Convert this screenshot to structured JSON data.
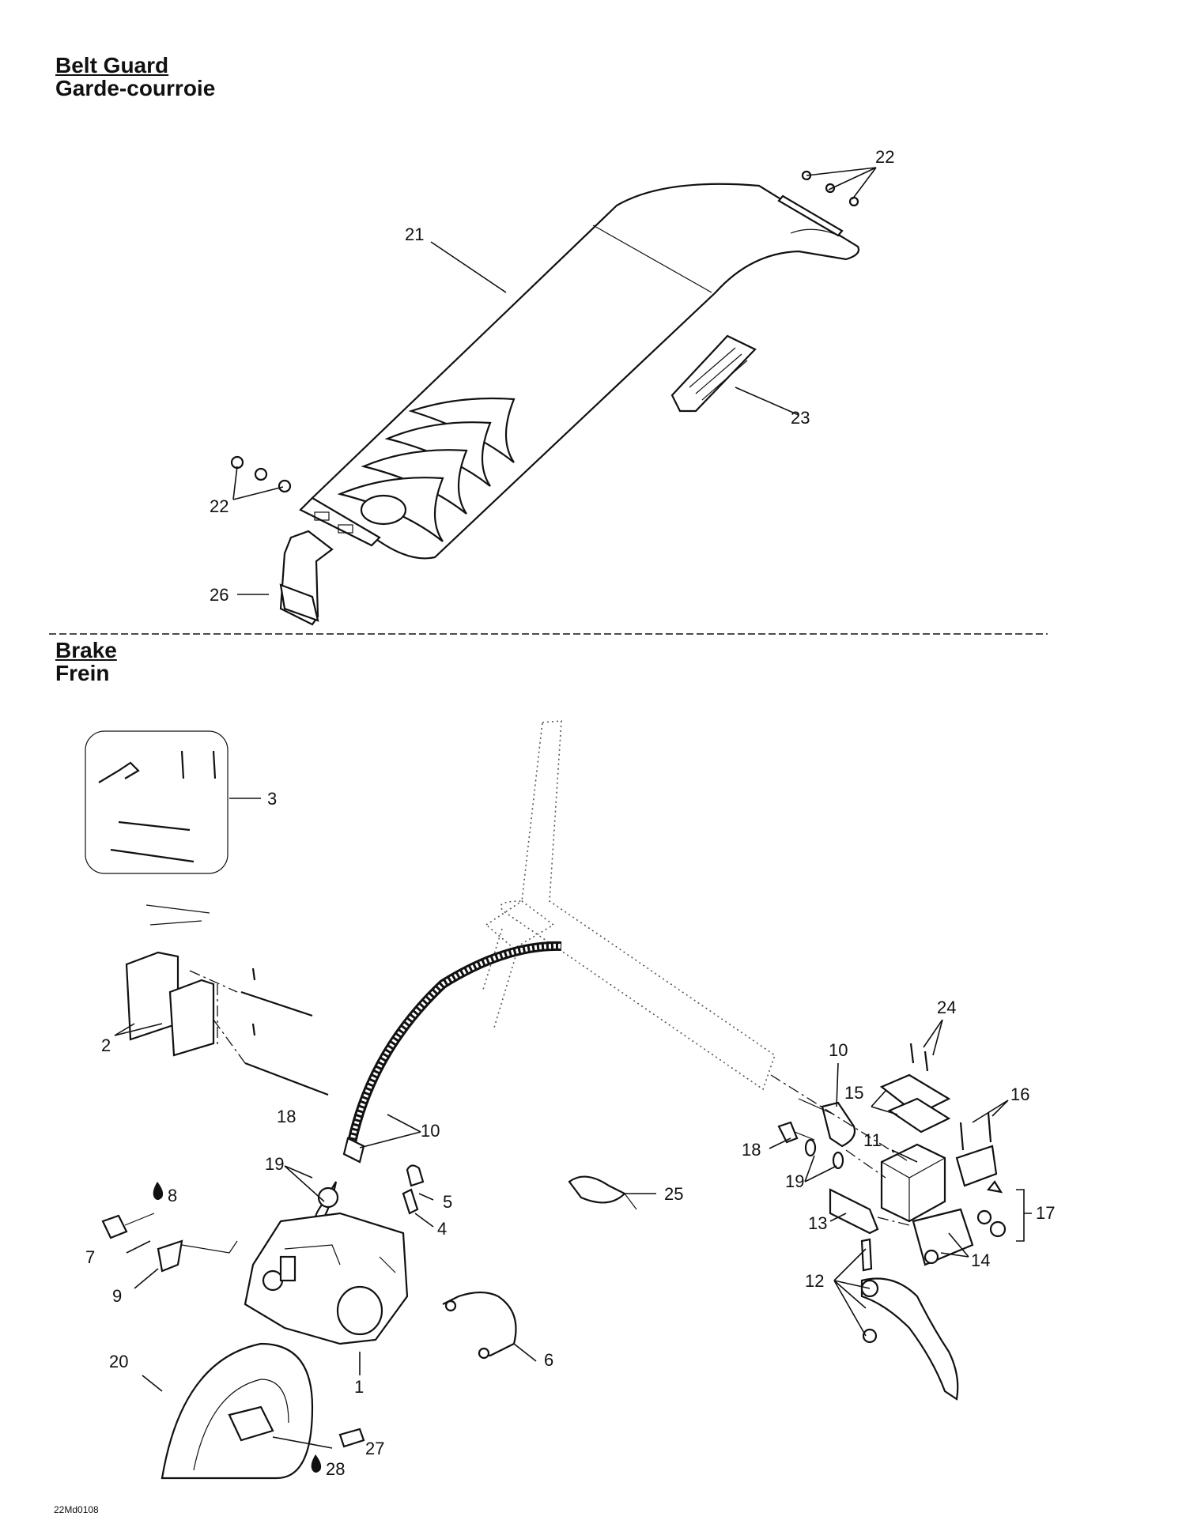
{
  "sections": {
    "belt_guard": {
      "title_en": "Belt Guard",
      "title_fr": "Garde-courroie"
    },
    "brake": {
      "title_en": "Brake",
      "title_fr": "Frein"
    }
  },
  "callouts": {
    "c21": "21",
    "c22a": "22",
    "c22b": "22",
    "c23": "23",
    "c26": "26",
    "c3": "3",
    "c2": "2",
    "c18a": "18",
    "c10a": "10",
    "c19a": "19",
    "c8": "8",
    "c5": "5",
    "c4": "4",
    "c7": "7",
    "c9": "9",
    "c6": "6",
    "c20": "20",
    "c1": "1",
    "c27": "27",
    "c28": "28",
    "c25": "25",
    "c24": "24",
    "c10b": "10",
    "c15": "15",
    "c16": "16",
    "c18b": "18",
    "c11": "11",
    "c19b": "19",
    "c17": "17",
    "c13": "13",
    "c14": "14",
    "c12": "12"
  },
  "drawing_ref": "22Md0108",
  "colors": {
    "ink": "#111111",
    "background": "#ffffff",
    "phantom": "#555555"
  }
}
